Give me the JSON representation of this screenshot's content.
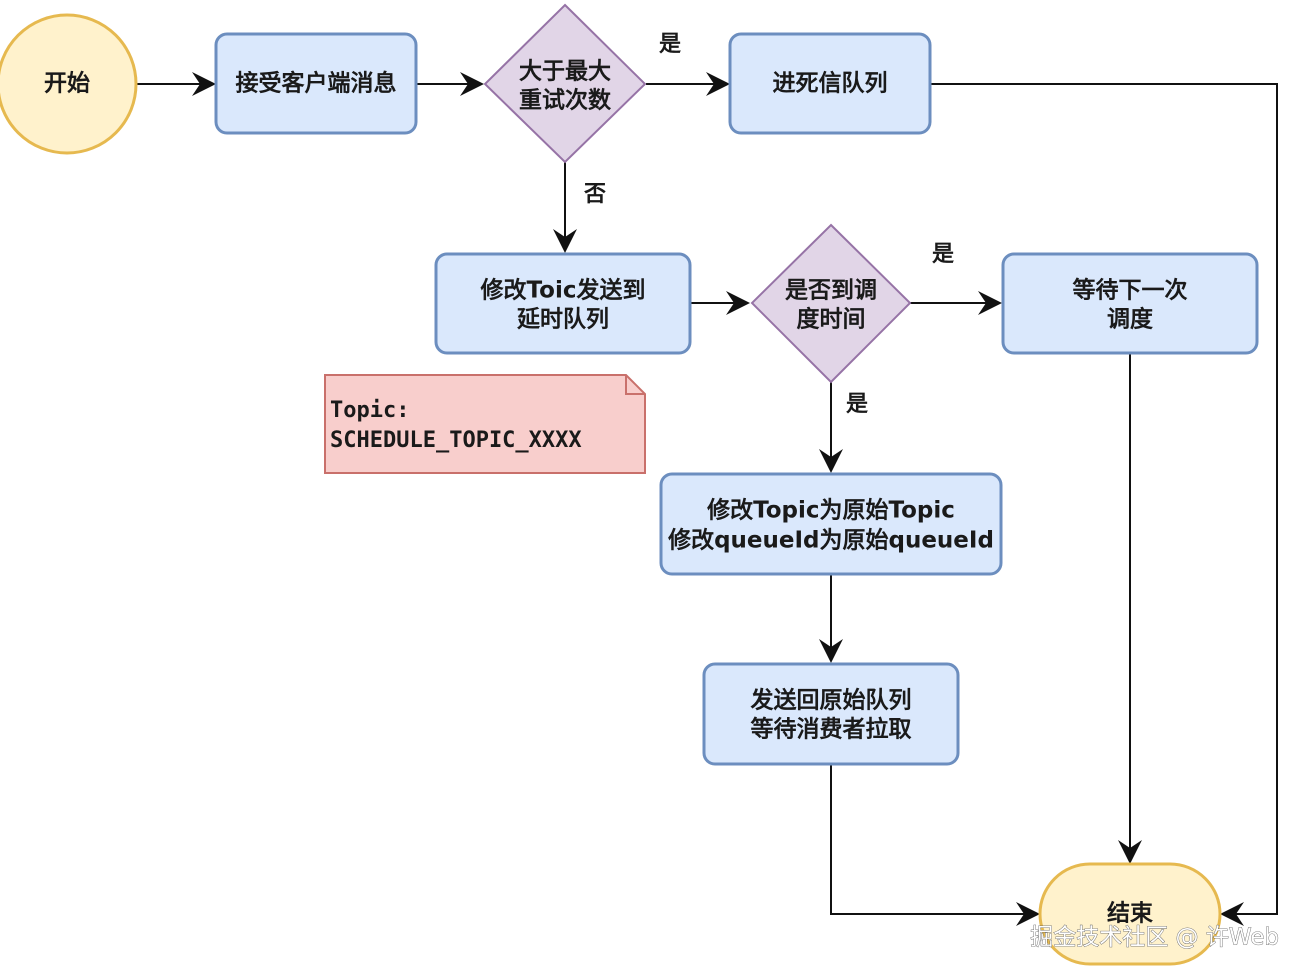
{
  "nodes": {
    "start": "开始",
    "receive": "接受客户端消息",
    "max_retry": [
      "大于最大",
      "重试次数"
    ],
    "dead_letter": "进死信队列",
    "modify_delay": [
      "修改Toic发送到",
      "延时队列"
    ],
    "schedule_time": [
      "是否到调",
      "度时间"
    ],
    "wait_next": [
      "等待下一次",
      "调度"
    ],
    "restore_topic": [
      "修改Topic为原始Topic",
      "修改queueId为原始queueId"
    ],
    "send_back": [
      "发送回原始队列",
      "等待消费者拉取"
    ],
    "end": "结束"
  },
  "edge_labels": {
    "retry_yes": "是",
    "retry_no": "否",
    "schedule_yes_right": "是",
    "schedule_yes_down": "是"
  },
  "note": [
    "Topic:",
    "SCHEDULE_TOPIC_XXXX"
  ],
  "watermark": "掘金技术社区 @ 许Web",
  "colors": {
    "process_fill": "#dae8fc",
    "process_stroke": "#6c8ebf",
    "decision_fill": "#e1d5e7",
    "decision_stroke": "#9673a6",
    "terminal_fill": "#fff2cc",
    "terminal_stroke": "#d6b656",
    "note_fill": "#f8cecc",
    "note_stroke": "#b85450",
    "edge": "#111111"
  }
}
